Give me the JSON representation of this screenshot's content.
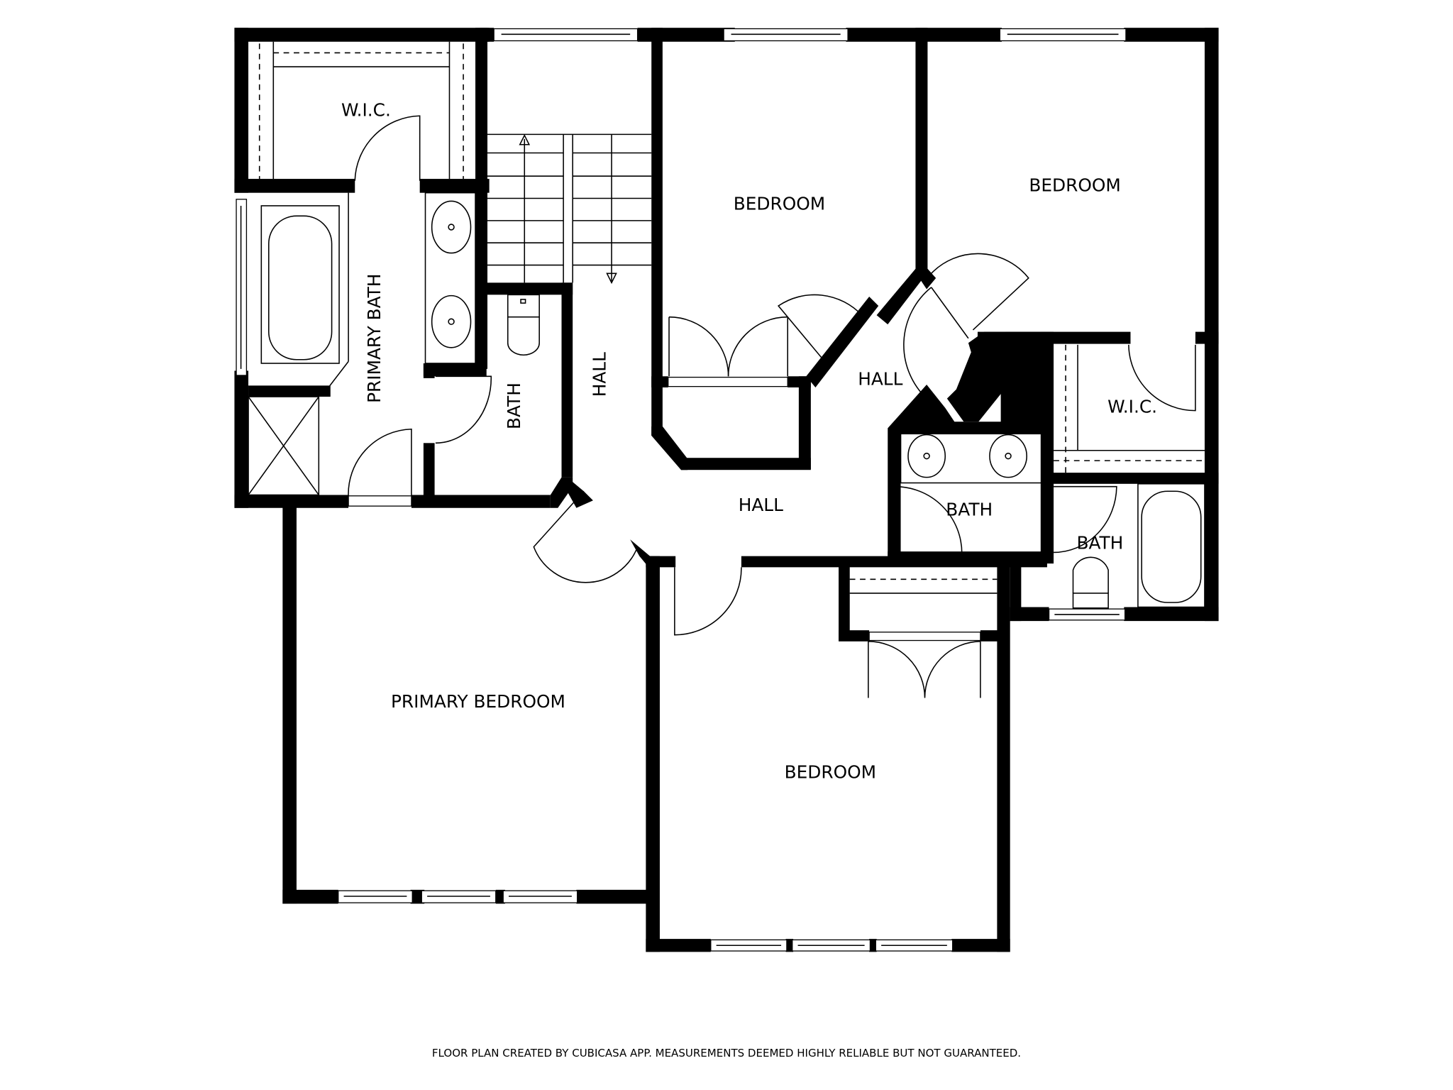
{
  "plan": {
    "rooms": [
      {
        "id": "wic_primary",
        "label": "W.I.C."
      },
      {
        "id": "primary_bath",
        "label": "PRIMARY BATH"
      },
      {
        "id": "bath_hall",
        "label": "BATH"
      },
      {
        "id": "hall_vertical",
        "label": "HALL"
      },
      {
        "id": "bedroom_1",
        "label": "BEDROOM"
      },
      {
        "id": "bedroom_2",
        "label": "BEDROOM"
      },
      {
        "id": "hall_center",
        "label": "HALL"
      },
      {
        "id": "wic_bedroom2",
        "label": "W.I.C."
      },
      {
        "id": "hall_lower",
        "label": "HALL"
      },
      {
        "id": "bath_jack",
        "label": "BATH"
      },
      {
        "id": "bath_small",
        "label": "BATH"
      },
      {
        "id": "primary_bedroom",
        "label": "PRIMARY BEDROOM"
      },
      {
        "id": "bedroom_3",
        "label": "BEDROOM"
      }
    ]
  },
  "footer": {
    "disclaimer": "FLOOR PLAN CREATED BY CUBICASA APP. MEASUREMENTS DEEMED HIGHLY RELIABLE BUT NOT GUARANTEED."
  }
}
